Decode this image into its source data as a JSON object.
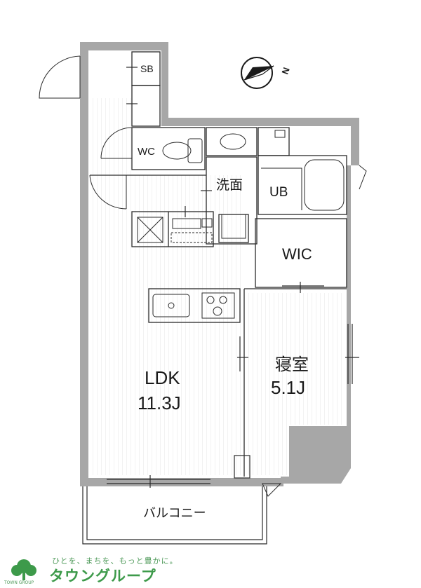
{
  "rooms": {
    "sb": "SB",
    "wc": "WC",
    "washroom": "洗面",
    "ub": "UB",
    "wic": "WIC",
    "ldk_name": "LDK",
    "ldk_size": "11.3J",
    "bedroom_name": "寝室",
    "bedroom_size": "5.1J",
    "balcony": "バルコニー"
  },
  "compass": {
    "north_label": "N"
  },
  "brand": {
    "tagline": "ひとを、まちを、もっと豊かに。",
    "name": "タウングループ",
    "sub": "TOWN GROUP"
  },
  "colors": {
    "wall": "#a7a7a7",
    "floor_line": "#e3e3e3",
    "brand_green": "#3d9a4a"
  }
}
